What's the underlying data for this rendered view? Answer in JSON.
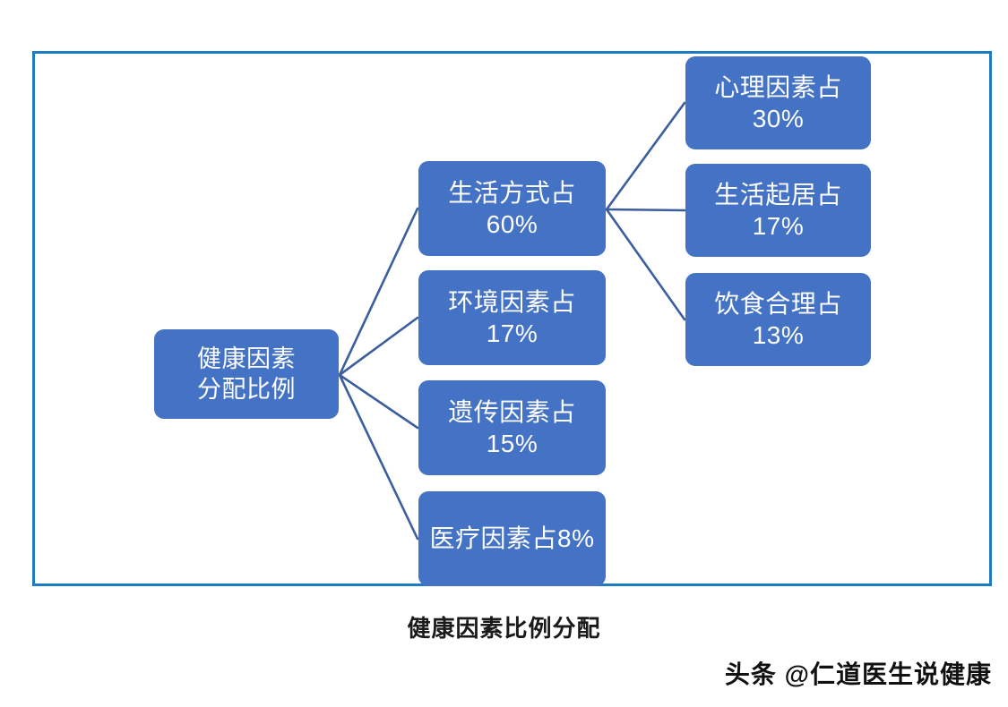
{
  "frame": {
    "border_color": "#1F7AC0"
  },
  "diagram": {
    "node_fill": "#4472C4",
    "connector_color": "#3B5EA0",
    "root": {
      "line1": "健康因素",
      "line2": "分配比例"
    },
    "level2": [
      {
        "id": "lifestyle",
        "line1": "生活方式占",
        "line2": "60%"
      },
      {
        "id": "environment",
        "line1": "环境因素占",
        "line2": "17%"
      },
      {
        "id": "genetic",
        "line1": "遗传因素占",
        "line2": "15%"
      },
      {
        "id": "medical",
        "line1": "医疗因素占8%",
        "line2": ""
      }
    ],
    "level3": [
      {
        "id": "psych",
        "line1": "心理因素占",
        "line2": "30%"
      },
      {
        "id": "routine",
        "line1": "生活起居占",
        "line2": "17%"
      },
      {
        "id": "diet",
        "line1": "饮食合理占",
        "line2": "13%"
      }
    ]
  },
  "caption": "健康因素比例分配",
  "watermark": "头条 @仁道医生说健康",
  "chart_data": {
    "type": "table",
    "title": "健康因素比例分配",
    "categories": [
      "生活方式占",
      "环境因素占",
      "遗传因素占",
      "医疗因素占",
      "心理因素占",
      "生活起居占",
      "饮食合理占"
    ],
    "values": [
      60,
      17,
      15,
      8,
      30,
      17,
      13
    ]
  }
}
